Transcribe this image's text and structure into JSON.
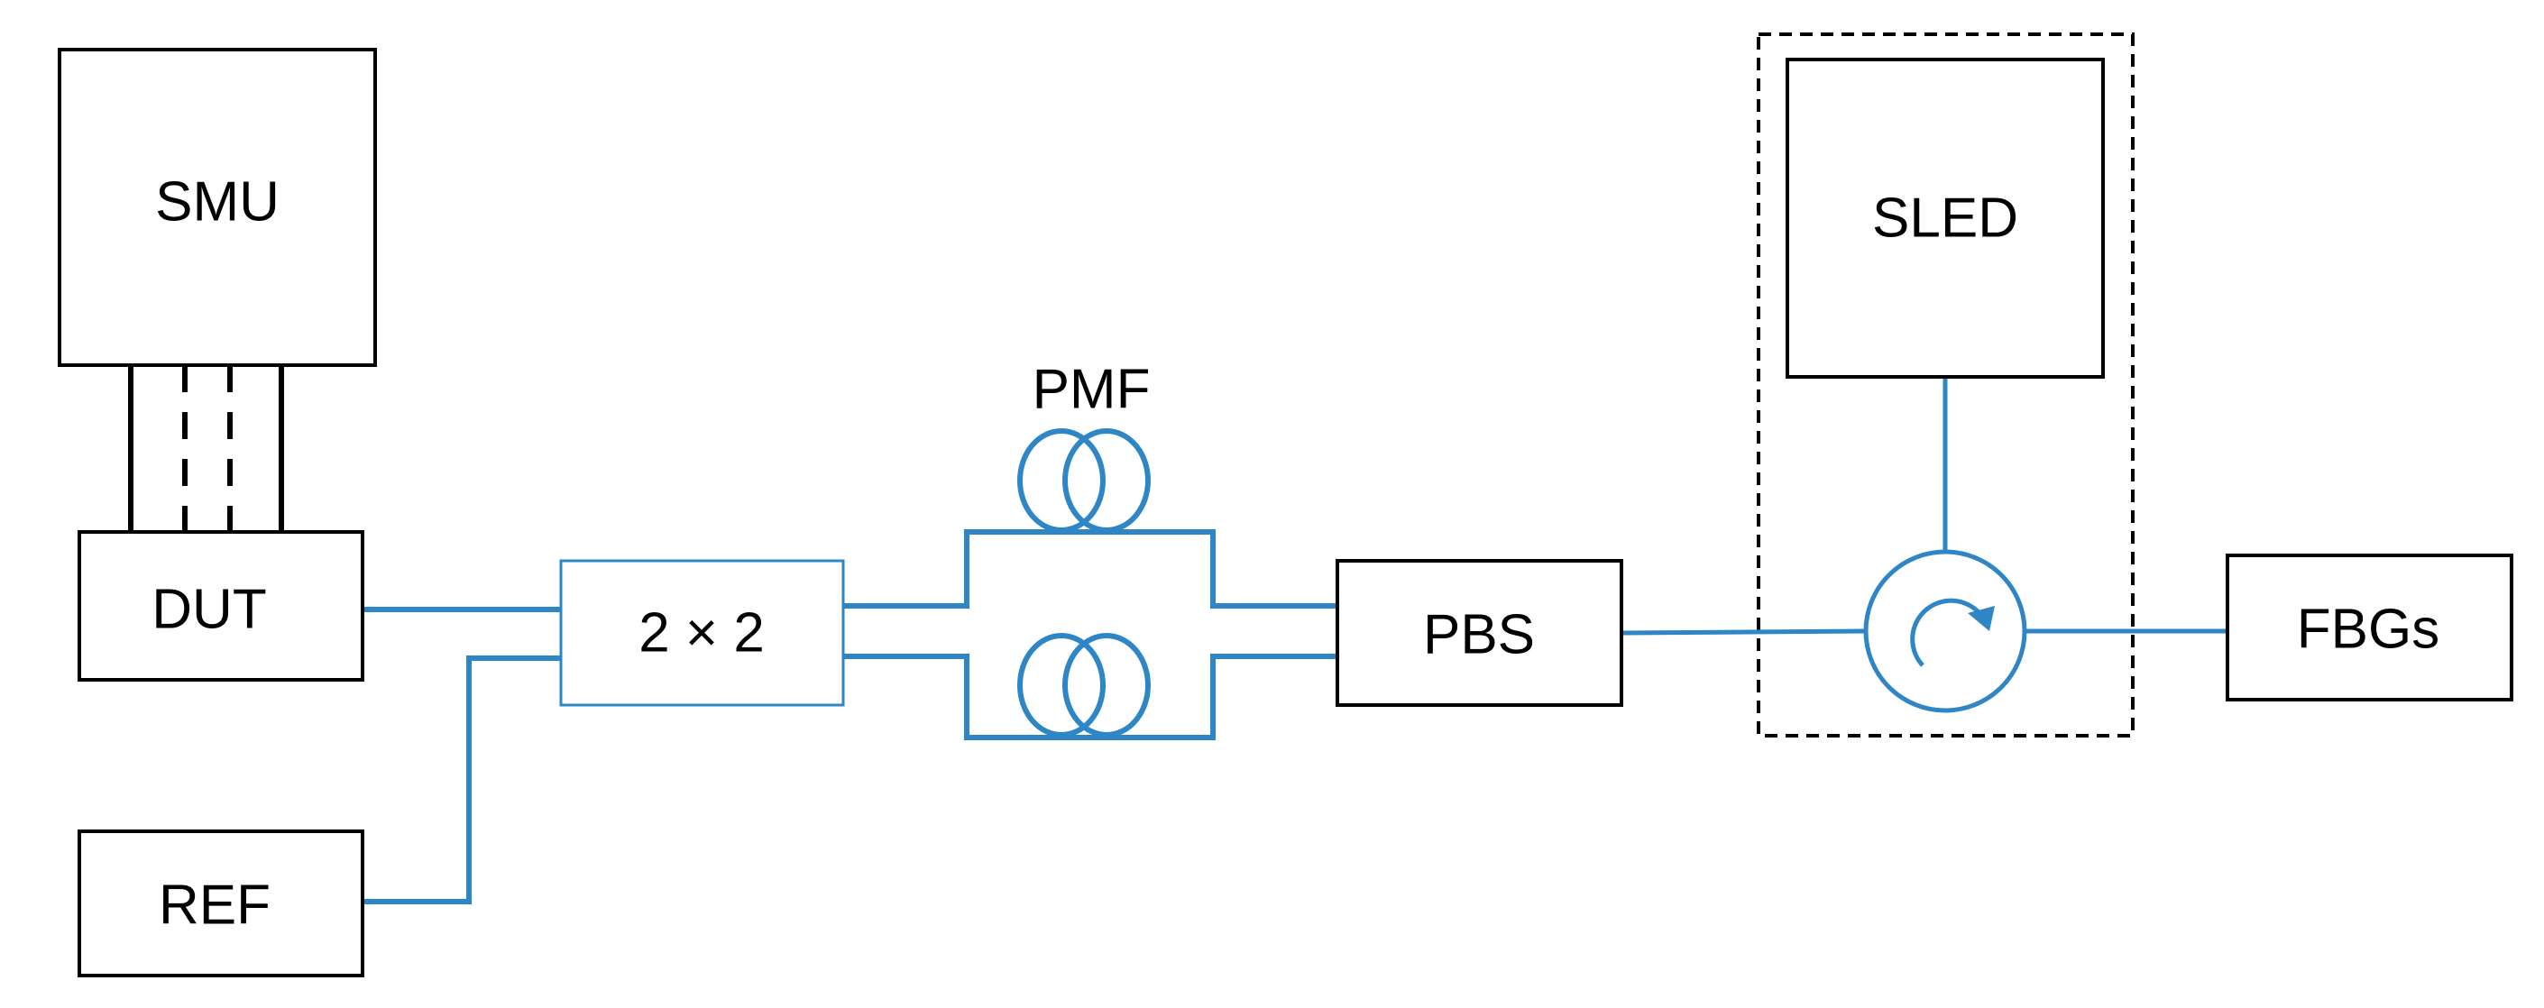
{
  "labels": {
    "smu": "SMU",
    "dut": "DUT",
    "ref": "REF",
    "coupler": "2 × 2",
    "pmf": "PMF",
    "pbs": "PBS",
    "sled": "SLED",
    "fbgs": "FBGs"
  },
  "colors": {
    "fiber": "#2e86c6",
    "block_outline": "#000000",
    "background": "#ffffff"
  },
  "icons": {
    "pmf_coil": "fiber-coil-icon",
    "circulator": "circulator-icon"
  }
}
